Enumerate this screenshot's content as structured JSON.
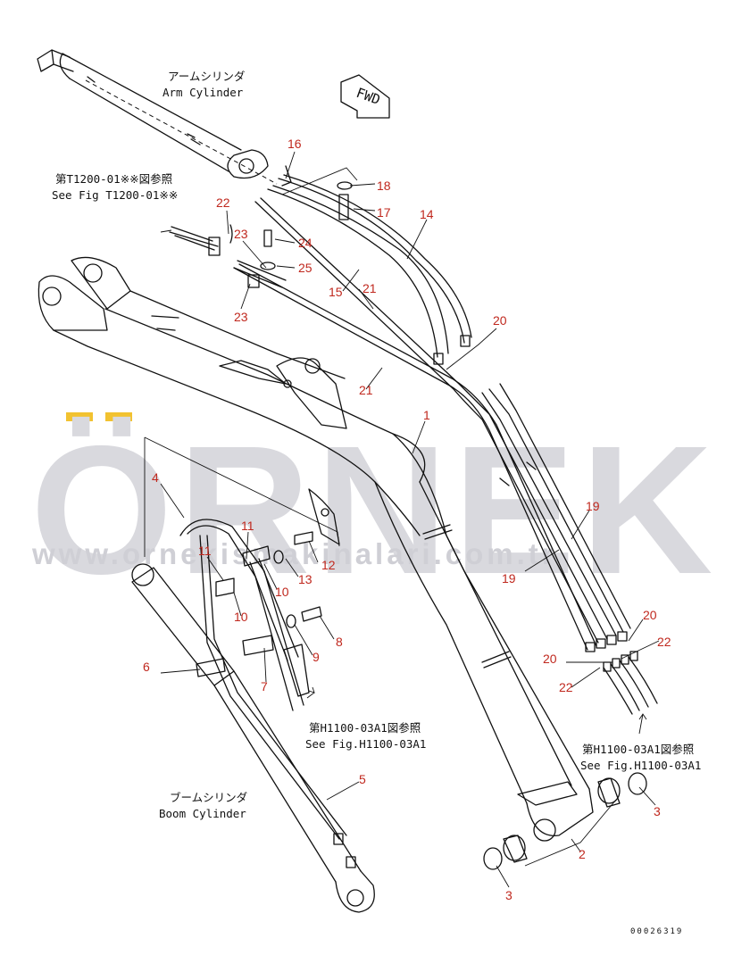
{
  "watermark": {
    "brand": "ÖRNEK",
    "url": "www.ornekismakinalari.com.tr",
    "accent_color": "#f2c230"
  },
  "direction_marker": "FWD",
  "notes": {
    "arm_cylinder_jp": "アームシリンダ",
    "arm_cylinder": "Arm Cylinder",
    "boom_cylinder_jp": "ブームシリンダ",
    "boom_cylinder": "Boom Cylinder",
    "ref_t1200_jp": "第T1200-01※※図参照",
    "ref_t1200": "See Fig T1200-01※※",
    "ref_h1100_left_jp": "第H1100-03A1図参照",
    "ref_h1100_left": "See Fig.H1100-03A1",
    "ref_h1100_right_jp": "第H1100-03A1図参照",
    "ref_h1100_right": "See Fig.H1100-03A1"
  },
  "callouts": [
    {
      "id": "c16",
      "label": "16"
    },
    {
      "id": "c18",
      "label": "18"
    },
    {
      "id": "c17",
      "label": "17"
    },
    {
      "id": "c14",
      "label": "14"
    },
    {
      "id": "c22a",
      "label": "22"
    },
    {
      "id": "c24",
      "label": "24"
    },
    {
      "id": "c23a",
      "label": "23"
    },
    {
      "id": "c25",
      "label": "25"
    },
    {
      "id": "c15",
      "label": "15"
    },
    {
      "id": "c21a",
      "label": "21"
    },
    {
      "id": "c23b",
      "label": "23"
    },
    {
      "id": "c20a",
      "label": "20"
    },
    {
      "id": "c21b",
      "label": "21"
    },
    {
      "id": "c1",
      "label": "1"
    },
    {
      "id": "c4",
      "label": "4"
    },
    {
      "id": "c19a",
      "label": "19"
    },
    {
      "id": "c11a",
      "label": "11"
    },
    {
      "id": "c11b",
      "label": "11"
    },
    {
      "id": "c12",
      "label": "12"
    },
    {
      "id": "c13",
      "label": "13"
    },
    {
      "id": "c10a",
      "label": "10"
    },
    {
      "id": "c19b",
      "label": "19"
    },
    {
      "id": "c10b",
      "label": "10"
    },
    {
      "id": "c20b",
      "label": "20"
    },
    {
      "id": "c8",
      "label": "8"
    },
    {
      "id": "c22b",
      "label": "22"
    },
    {
      "id": "c9",
      "label": "9"
    },
    {
      "id": "c20c",
      "label": "20"
    },
    {
      "id": "c6",
      "label": "6"
    },
    {
      "id": "c7",
      "label": "7"
    },
    {
      "id": "c22c",
      "label": "22"
    },
    {
      "id": "c5",
      "label": "5"
    },
    {
      "id": "c3a",
      "label": "3"
    },
    {
      "id": "c2",
      "label": "2"
    },
    {
      "id": "c3b",
      "label": "3"
    }
  ],
  "document_id": "00026319"
}
